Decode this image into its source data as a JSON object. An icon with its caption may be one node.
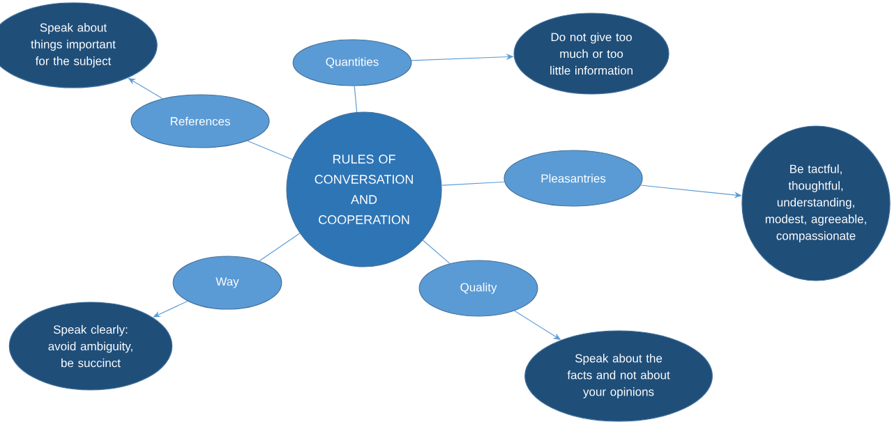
{
  "diagram": {
    "nodes": [
      {
        "text": [
          "RULES OF CONVERSATION AND COOPERATION"
        ]
      },
      {
        "text": [
          "Quantities"
        ]
      },
      {
        "text": [
          "Do not give too much or too little information"
        ]
      },
      {
        "text": [
          "References"
        ]
      },
      {
        "text": [
          "Speak about things important for the subject"
        ]
      },
      {
        "text": [
          "Pleasantries"
        ]
      },
      {
        "text": [
          "Be tactful, thoughtful, understanding, modest, agreeable, compassionate"
        ]
      },
      {
        "text": [
          "Way"
        ]
      },
      {
        "text": [
          "Speak clearly: avoid ambiguity, be succinct"
        ]
      },
      {
        "text": [
          "Quality"
        ]
      },
      {
        "text": [
          "Speak about the facts and not about your opinions"
        ]
      }
    ],
    "edges": [
      {
        "from": 0,
        "to": 1,
        "arrow": "none"
      },
      {
        "from": 1,
        "to": 2,
        "arrow": "to"
      },
      {
        "from": 0,
        "to": 3,
        "arrow": "none"
      },
      {
        "from": 3,
        "to": 4,
        "arrow": "to"
      },
      {
        "from": 0,
        "to": 5,
        "arrow": "none"
      },
      {
        "from": 5,
        "to": 6,
        "arrow": "to"
      },
      {
        "from": 0,
        "to": 7,
        "arrow": "none"
      },
      {
        "from": 7,
        "to": 8,
        "arrow": "to"
      },
      {
        "from": 0,
        "to": 9,
        "arrow": "none"
      },
      {
        "from": 9,
        "to": 10,
        "arrow": "to"
      }
    ]
  }
}
